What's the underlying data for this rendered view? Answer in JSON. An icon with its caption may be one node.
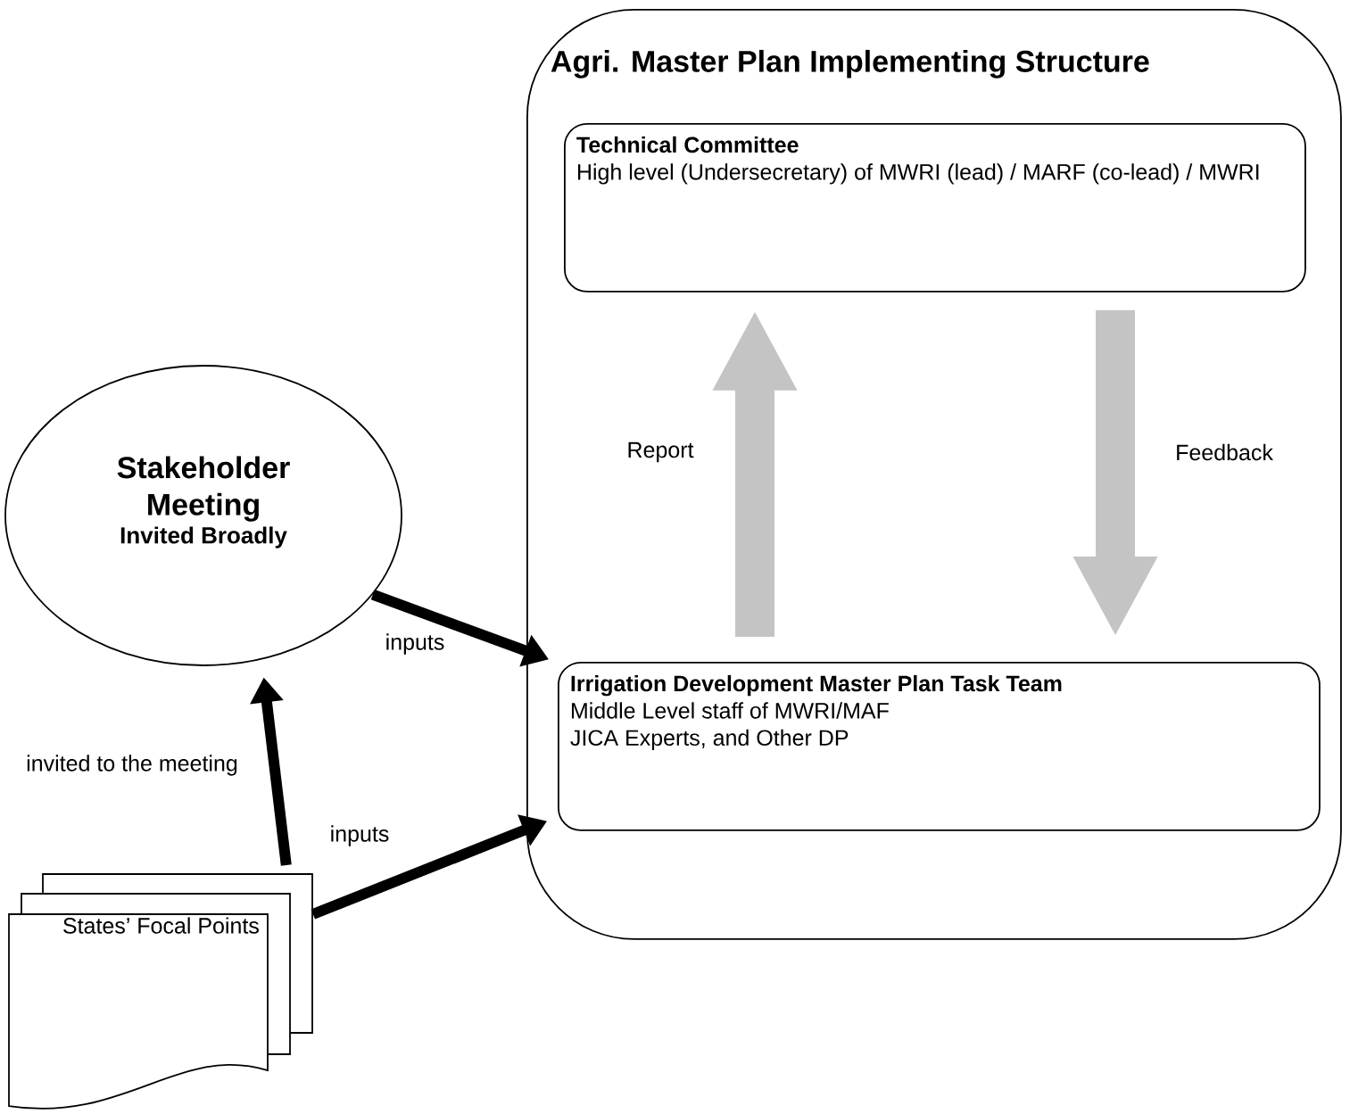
{
  "diagram": {
    "nodes": [
      {
        "text": [
          "Agri. Master Plan Implementing Structure"
        ]
      },
      {
        "text": [
          "Technical Committee",
          "High level (Undersecretary) of MWRI (lead) / MARF (co-lead) / MWRI"
        ],
        "in": 0
      },
      {
        "text": [
          "Irrigation Development Master Plan Task Team",
          "Middle Level staff of MWRI/MAF",
          "JICA Experts, and Other DP"
        ],
        "in": 0
      },
      {
        "text": [
          "Stakeholder Meeting",
          "Invited Broadly"
        ]
      },
      {
        "text": [
          "States’ Focal Points"
        ]
      }
    ],
    "edges": [
      {
        "from": 2,
        "to": 1,
        "arrow": "to",
        "label": "Report",
        "style": "thick",
        "color": "#c4c4c4"
      },
      {
        "from": 1,
        "to": 2,
        "arrow": "to",
        "label": "Feedback",
        "style": "thick",
        "color": "#c4c4c4"
      },
      {
        "from": 3,
        "to": 2,
        "arrow": "to",
        "label": "inputs"
      },
      {
        "from": 4,
        "to": 3,
        "arrow": "to",
        "label": "invited to the meeting"
      },
      {
        "from": 4,
        "to": 2,
        "arrow": "to",
        "label": "inputs"
      }
    ]
  }
}
